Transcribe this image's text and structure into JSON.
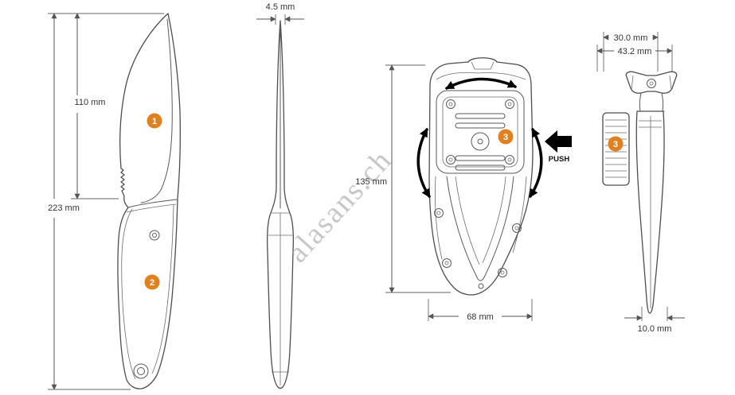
{
  "watermark": "alasans.ch",
  "colors": {
    "accent_orange": "#E0801F",
    "drawing_line": "#4d4d4d",
    "dimension_line": "#555555",
    "arrow_black": "#000000",
    "background": "#ffffff"
  },
  "views": {
    "knife_front": {
      "dimensions": {
        "blade_length": "110 mm",
        "total_length": "223 mm"
      },
      "markers": {
        "blade": "1",
        "handle": "2"
      }
    },
    "knife_side": {
      "dimensions": {
        "blade_thickness": "4.5 mm"
      }
    },
    "sheath_front": {
      "dimensions": {
        "height": "135 mm",
        "width": "68 mm"
      },
      "markers": {
        "sheath": "3"
      },
      "push_label": "PUSH"
    },
    "sheath_side": {
      "dimensions": {
        "clip_width": "30.0 mm",
        "overall_width": "43.2 mm",
        "thickness": "10.0 mm"
      },
      "markers": {
        "sheath": "3"
      }
    }
  }
}
